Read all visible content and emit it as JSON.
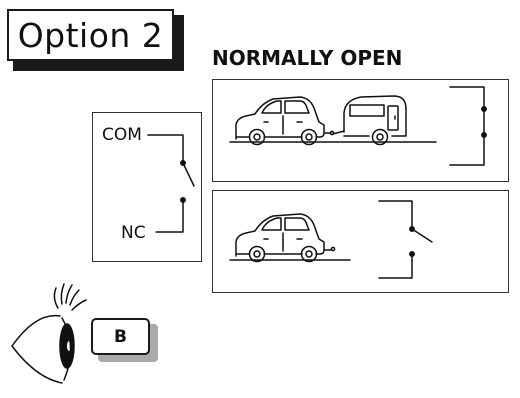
{
  "option": {
    "label": "Option 2"
  },
  "headline": "NORMALLY OPEN",
  "relay": {
    "com_label": "COM",
    "nc_label": "NC"
  },
  "key": {
    "label": "B"
  },
  "icons": [
    "eye-icon",
    "car-icon",
    "caravan-icon",
    "switch-icon"
  ],
  "colors": {
    "ink": "#111111",
    "key_shadow": "#aaaaaa",
    "background": "#ffffff"
  }
}
